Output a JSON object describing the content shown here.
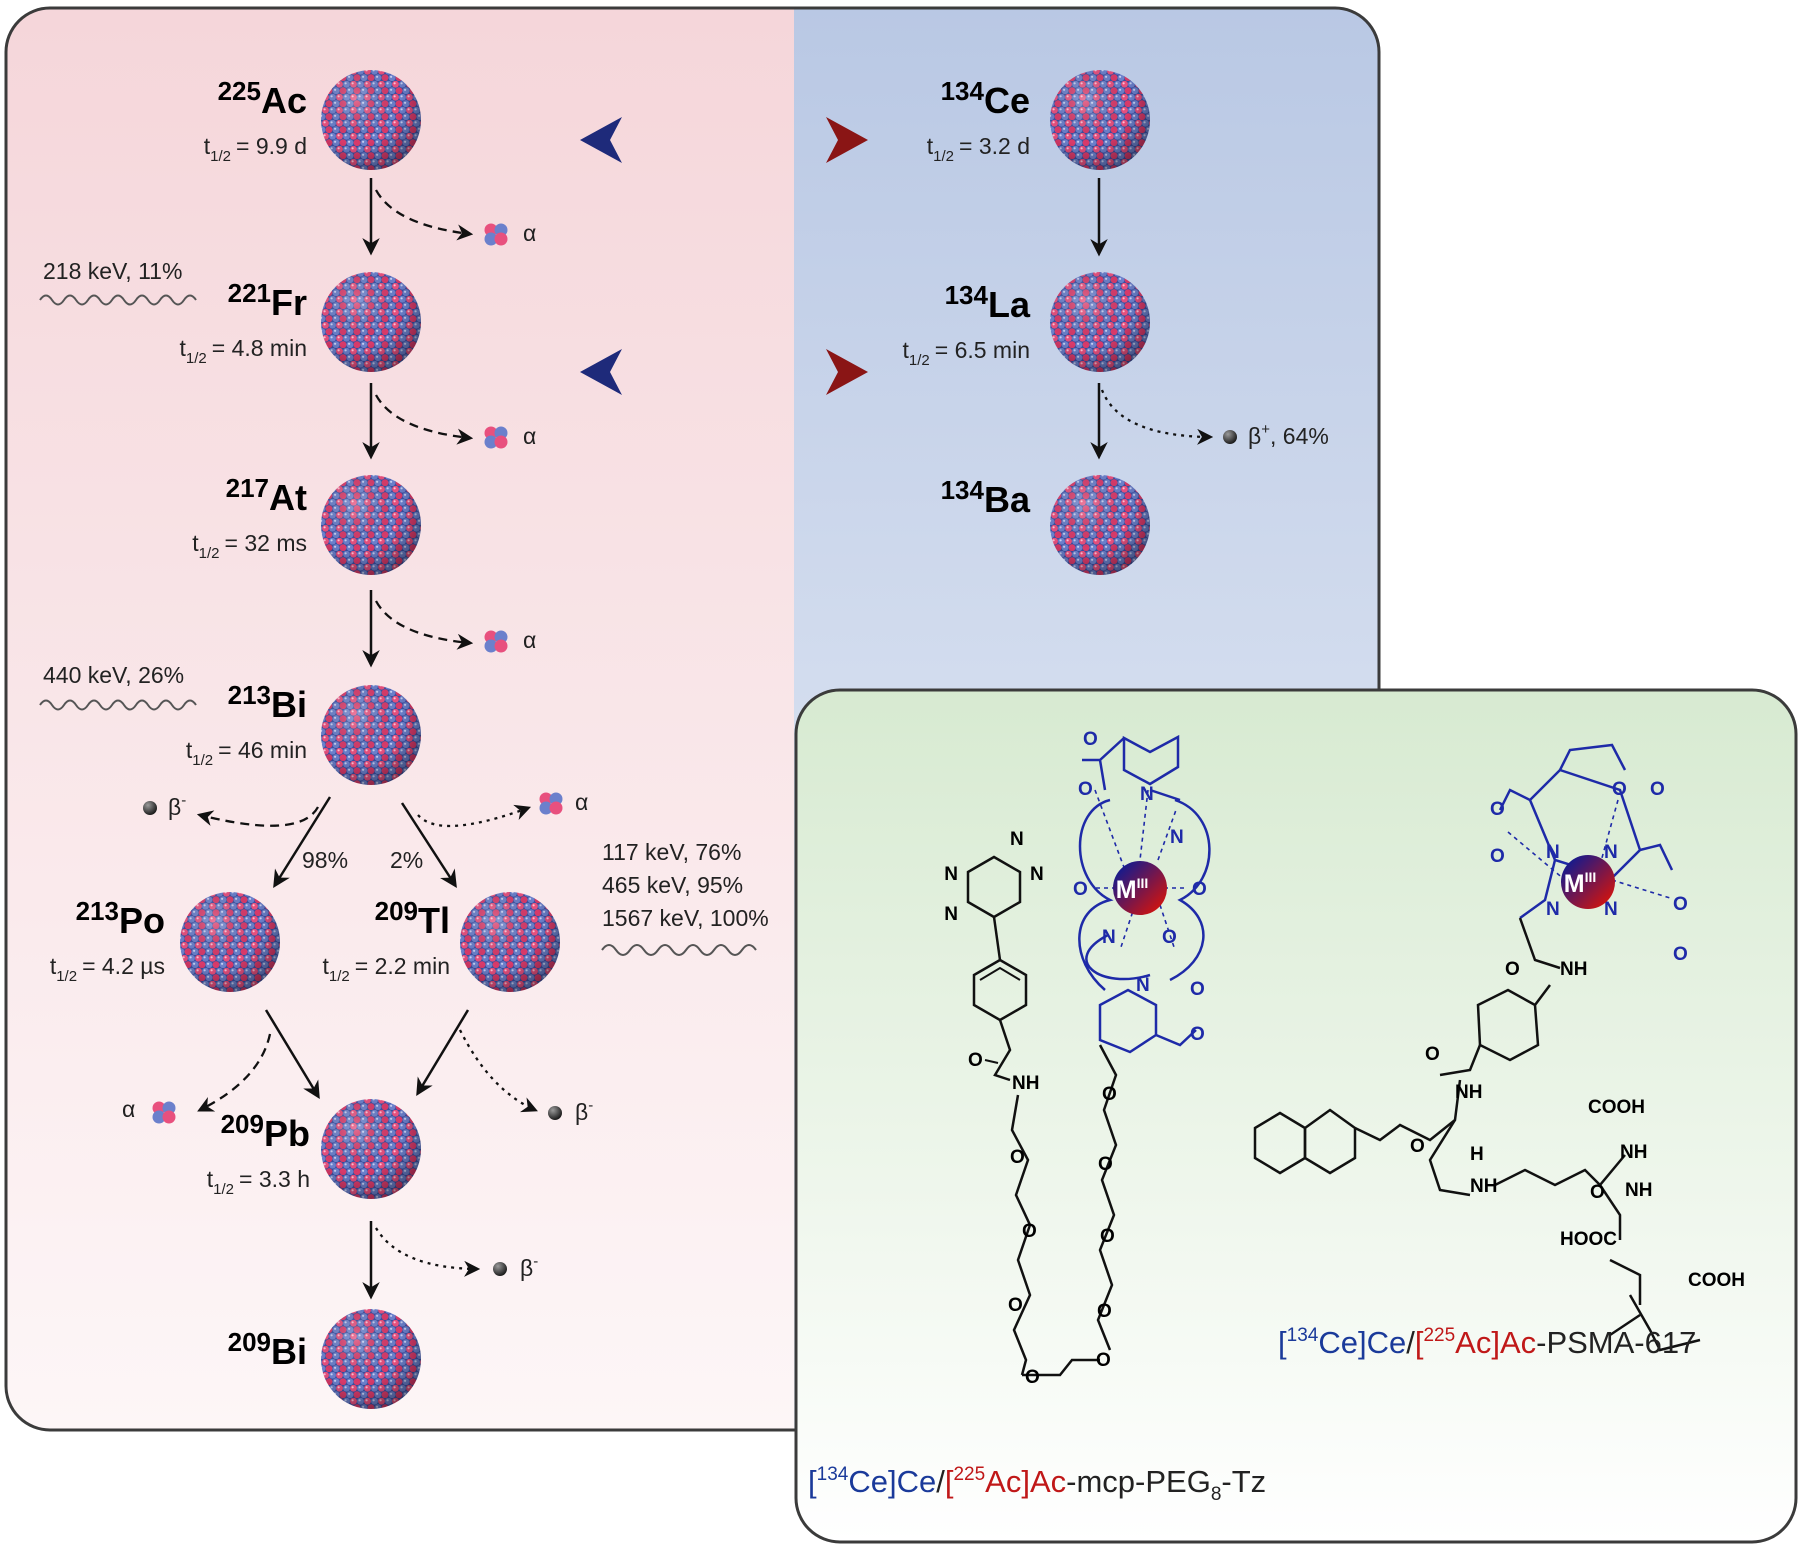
{
  "decay_chain": {
    "nuclides": [
      {
        "id": "ac225",
        "mass": "225",
        "symbol": "Ac",
        "half_life": "= 9.9 d"
      },
      {
        "id": "fr221",
        "mass": "221",
        "symbol": "Fr",
        "half_life": "= 4.8 min"
      },
      {
        "id": "at217",
        "mass": "217",
        "symbol": "At",
        "half_life": "= 32 ms"
      },
      {
        "id": "bi213",
        "mass": "213",
        "symbol": "Bi",
        "half_life": "= 46 min"
      },
      {
        "id": "po213",
        "mass": "213",
        "symbol": "Po",
        "half_life": "= 4.2 µs"
      },
      {
        "id": "tl209",
        "mass": "209",
        "symbol": "Tl",
        "half_life": "= 2.2 min"
      },
      {
        "id": "pb209",
        "mass": "209",
        "symbol": "Pb",
        "half_life": "= 3.3 h"
      },
      {
        "id": "bi209",
        "mass": "209",
        "symbol": "Bi",
        "half_life": ""
      },
      {
        "id": "ce134",
        "mass": "134",
        "symbol": "Ce",
        "half_life": "= 3.2 d"
      },
      {
        "id": "la134",
        "mass": "134",
        "symbol": "La",
        "half_life": "= 6.5 min"
      },
      {
        "id": "ba134",
        "mass": "134",
        "symbol": "Ba",
        "half_life": ""
      }
    ],
    "half_life_prefix": "t",
    "half_life_sub": "1/2",
    "alpha": "α",
    "beta_minus_base": "β",
    "beta_minus_sup": "-",
    "beta_plus_base": "β",
    "beta_plus_sup": "+",
    "beta_plus_branch": ", 64%",
    "branch_bi_po": "98%",
    "branch_bi_tl": "2%",
    "gamma_fr": "218 keV, 11%",
    "gamma_bi": "440 keV, 26%",
    "gamma_tl": [
      "117 keV, 76%",
      "465 keV, 95%",
      "1567 keV, 100%"
    ]
  },
  "chemistry": {
    "metal_label": "M",
    "metal_sup": "III",
    "atom_labels": {
      "N": "N",
      "O": "O",
      "NH": "NH",
      "H": "H",
      "COOH": "COOH",
      "HOOC": "HOOC"
    },
    "caption_left": {
      "b1": "[",
      "ce_mass": "134",
      "ce": "Ce]Ce",
      "slash": "/",
      "b2": "[",
      "ac_mass": "225",
      "ac": "Ac]Ac",
      "rest": "-mcp-PEG",
      "peg_sub": "8",
      "tail": "-Tz"
    },
    "caption_right": {
      "b1": "[",
      "ce_mass": "134",
      "ce": "Ce]Ce",
      "slash": "/",
      "b2": "[",
      "ac_mass": "225",
      "ac": "Ac]Ac",
      "rest": "-PSMA-617"
    }
  },
  "colors": {
    "pink_panel": "#f6dde0",
    "blue_panel": "#c4d0e6",
    "green_panel": "#dcebd7",
    "arrow_blue": "#1e2a7a",
    "arrow_red": "#8a1515",
    "chelator_blue": "#1e2aa8",
    "caption_blue": "#1a3a9a",
    "caption_red": "#c01818"
  }
}
